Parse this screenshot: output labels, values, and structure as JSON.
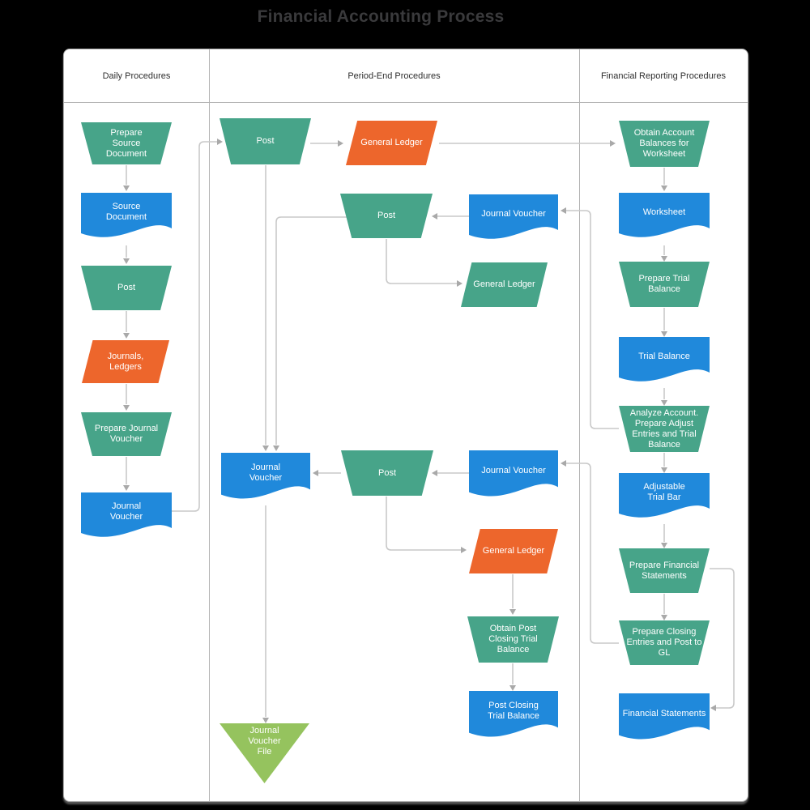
{
  "title": "Financial Accounting Process",
  "lanes": [
    {
      "label": "Daily Procedures"
    },
    {
      "label": "Period-End Procedures"
    },
    {
      "label": "Financial Reporting Procedures"
    }
  ],
  "colors": {
    "node_green": "#47A489",
    "node_blue": "#2089DB",
    "node_orange": "#ED662C",
    "node_lime": "#95C35E",
    "connector": "#C9C9C9",
    "arrowhead": "#A9A9A9"
  },
  "nodes": {
    "s1": {
      "label": "Prepare\nSource\nDocument",
      "shape": "manual-operation"
    },
    "s2": {
      "label": "Source\nDocument",
      "shape": "document"
    },
    "s3": {
      "label": "Post",
      "shape": "manual-operation"
    },
    "s4": {
      "label": "Journals,\nLedgers",
      "shape": "data"
    },
    "s5": {
      "label": "Prepare Journal\nVoucher",
      "shape": "manual-operation"
    },
    "s6": {
      "label": "Journal\nVoucher",
      "shape": "document"
    },
    "p1": {
      "label": "Post",
      "shape": "manual-operation"
    },
    "gl1": {
      "label": "General Ledger",
      "shape": "data"
    },
    "p2": {
      "label": "Post",
      "shape": "manual-operation"
    },
    "jv2": {
      "label": "Journal Voucher",
      "shape": "document"
    },
    "gl2": {
      "label": "General Ledger",
      "shape": "data"
    },
    "jvl": {
      "label": "Journal\nVoucher",
      "shape": "document"
    },
    "p3": {
      "label": "Post",
      "shape": "manual-operation"
    },
    "jv3": {
      "label": "Journal Voucher",
      "shape": "document"
    },
    "gl3": {
      "label": "General Ledger",
      "shape": "data"
    },
    "opc": {
      "label": "Obtain Post\nClosing Trial\nBalance",
      "shape": "manual-operation"
    },
    "pctb": {
      "label": "Post Closing\nTrial Balance",
      "shape": "document"
    },
    "jvf": {
      "label": "Journal\nVoucher\nFile",
      "shape": "offline-storage"
    },
    "r1": {
      "label": "Obtain Account\nBalances for\nWorksheet",
      "shape": "manual-operation"
    },
    "r2": {
      "label": "Worksheet",
      "shape": "document"
    },
    "r3": {
      "label": "Prepare Trial\nBalance",
      "shape": "manual-operation"
    },
    "r4": {
      "label": "Trial Balance",
      "shape": "document"
    },
    "r5": {
      "label": "Analyze Account.\nPrepare Adjust\nEntries and Trial\nBalance",
      "shape": "manual-operation"
    },
    "r6": {
      "label": "Adjustable\nTrial Bar",
      "shape": "document"
    },
    "r7": {
      "label": "Prepare Financial\nStatements",
      "shape": "manual-operation"
    },
    "r8": {
      "label": "Prepare Closing\nEntries and Post to\nGL",
      "shape": "manual-operation"
    },
    "r9": {
      "label": "Financial Statements",
      "shape": "document"
    }
  }
}
